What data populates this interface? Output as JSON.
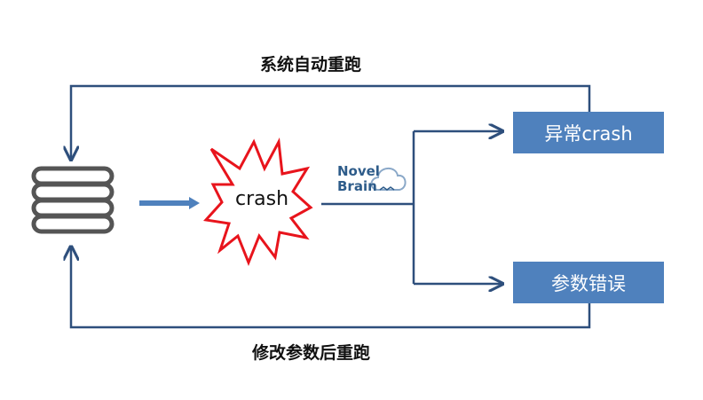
{
  "labels": {
    "top_loop": "系统自动重跑",
    "bottom_loop": "修改参数后重跑"
  },
  "center": {
    "crash_text": "crash"
  },
  "logo": {
    "line1": "Novel",
    "line2": "Brain"
  },
  "outcomes": {
    "crash_label": "异常crash",
    "param_label": "参数错误"
  },
  "colors": {
    "line": "#2e4f7c",
    "box_fill": "#4f81bd",
    "burst_stroke": "#e8141c",
    "db_stroke": "#555555",
    "right_arrow": "#4f81bd"
  },
  "icons": {
    "database": "database-icon",
    "burst": "explosion-burst-icon",
    "logo_cloud": "cloud-icon"
  }
}
